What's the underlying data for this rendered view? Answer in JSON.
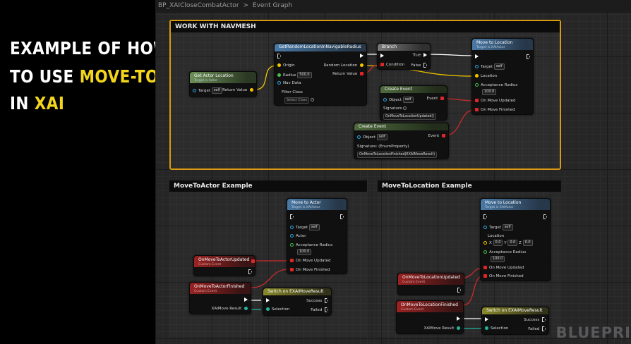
{
  "title": {
    "line1": "EXAMPLE OF HOW",
    "line2_a": "TO USE ",
    "line2_b": "MOVE-TO",
    "line3_a": "IN ",
    "line3_b": "XAI"
  },
  "colors": {
    "highlight": "#f3d51c",
    "comment_border": "#d89a10"
  },
  "breadcrumb": {
    "asset": "BP_XAICloseCombatActor",
    "separator": ">",
    "graph": "Event Graph"
  },
  "comments": {
    "navmesh": "WORK WITH NAVMESH",
    "actor": "MoveToActor Example",
    "location": "MoveToLocation Example"
  },
  "nodes": {
    "get_actor_location": {
      "title": "Get Actor Location",
      "subtitle": "Target is Actor",
      "target": "Target",
      "target_val": "self",
      "return": "Return Value"
    },
    "random_location": {
      "title": "GetRandomLocationInNavigableRadius",
      "origin": "Origin",
      "radius": "Radius",
      "radius_val": "500.0",
      "navdata": "Nav Data",
      "filter": "Filter Class",
      "filter_val": "Select Class",
      "random_loc": "Random Location",
      "return": "Return Value"
    },
    "branch": {
      "title": "Branch",
      "condition": "Condition",
      "true": "True",
      "false": "False"
    },
    "move_to_location_1": {
      "title": "Move to Location",
      "subtitle": "Target is XAIActor",
      "target": "Target",
      "target_val": "self",
      "location": "Location",
      "radius": "Acceptance Radius",
      "radius_val": "100.0",
      "updated": "On Move Updated",
      "finished": "On Move Finished"
    },
    "create_event_1": {
      "title": "Create Event",
      "object": "Object",
      "object_val": "self",
      "event": "Event",
      "signature": "Signature",
      "sig_val": "OnMoveToLocationUpdated()"
    },
    "create_event_2": {
      "title": "Create Event",
      "object": "Object",
      "object_val": "self",
      "event": "Event",
      "signature": "Signature: (EnumProperty)",
      "sig_val": "OnMoveToLocationFinished(EXAIMoveResult)"
    },
    "move_to_actor": {
      "title": "Move to Actor",
      "subtitle": "Target is XAIActor",
      "target": "Target",
      "target_val": "self",
      "actor": "Actor",
      "radius": "Acceptance Radius",
      "radius_val": "100.0",
      "updated": "On Move Updated",
      "finished": "On Move Finished"
    },
    "ev_actor_updated": {
      "title": "OnMoveToActorUpdated",
      "subtitle": "Custom Event"
    },
    "ev_actor_finished": {
      "title": "OnMoveToActorFinished",
      "subtitle": "Custom Event",
      "result": "XAIMove Result"
    },
    "switch_actor": {
      "title": "Switch on EXAIMoveResult",
      "selection": "Selection",
      "success": "Success",
      "failed": "Failed"
    },
    "move_to_location_2": {
      "title": "Move to Location",
      "subtitle": "Target is XAIActor",
      "target": "Target",
      "target_val": "self",
      "location": "Location",
      "loc_x": "0.0",
      "loc_y": "0.0",
      "loc_z": "0.0",
      "radius": "Acceptance Radius",
      "radius_val": "100.0",
      "updated": "On Move Updated",
      "finished": "On Move Finished"
    },
    "ev_loc_updated": {
      "title": "OnMoveToLocationUpdated",
      "subtitle": "Custom Event"
    },
    "ev_loc_finished": {
      "title": "OnMoveToLocationFinished",
      "subtitle": "Custom Event",
      "result": "XAIMove Result"
    },
    "switch_loc": {
      "title": "Switch on EXAIMoveResult",
      "selection": "Selection",
      "success": "Success",
      "failed": "Failed"
    }
  },
  "watermark": "BLUEPRI"
}
